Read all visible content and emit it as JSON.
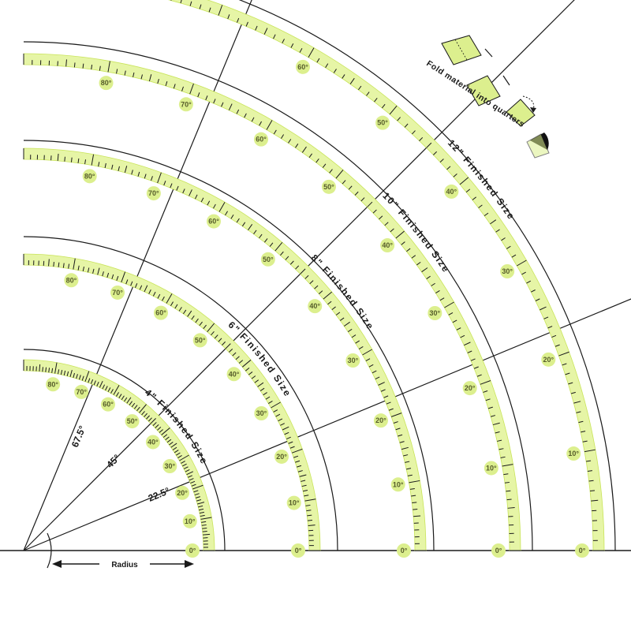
{
  "arcs": [
    {
      "id": "4in",
      "label": "4\" Finished Size",
      "labels": [
        "0°",
        "10°",
        "20°",
        "30°",
        "40°",
        "50°",
        "60°",
        "70°",
        "80°"
      ]
    },
    {
      "id": "6in",
      "label": "6\" Finished Size",
      "labels": [
        "0°",
        "10°",
        "20°",
        "30°",
        "40°",
        "50°",
        "60°",
        "70°",
        "80°"
      ]
    },
    {
      "id": "8in",
      "label": "8\" Finished Size",
      "labels": [
        "0°",
        "10°",
        "20°",
        "30°",
        "40°",
        "50°",
        "60°",
        "70°",
        "80°"
      ]
    },
    {
      "id": "10in",
      "label": "10\" Finished Size",
      "labels": [
        "0°",
        "10°",
        "20°",
        "30°",
        "40°",
        "50°",
        "60°",
        "70°",
        "80°"
      ]
    },
    {
      "id": "12in",
      "label": "12\" Finished Size",
      "labels": [
        "0°",
        "10°",
        "20°",
        "30°",
        "40°",
        "50°",
        "60°"
      ]
    }
  ],
  "rays": [
    {
      "label": "22.5°"
    },
    {
      "label": "45°"
    },
    {
      "label": "67.5°"
    }
  ],
  "radius_label": "Radius",
  "fold_instruction": "Fold material into quarters",
  "colors": {
    "band": "#e6f5a6",
    "band_edge": "#c9e45a",
    "tick": "#1a1a1a",
    "badge": "#dcef8e",
    "line": "#1a1a1a",
    "fold_dark": "#111111"
  }
}
